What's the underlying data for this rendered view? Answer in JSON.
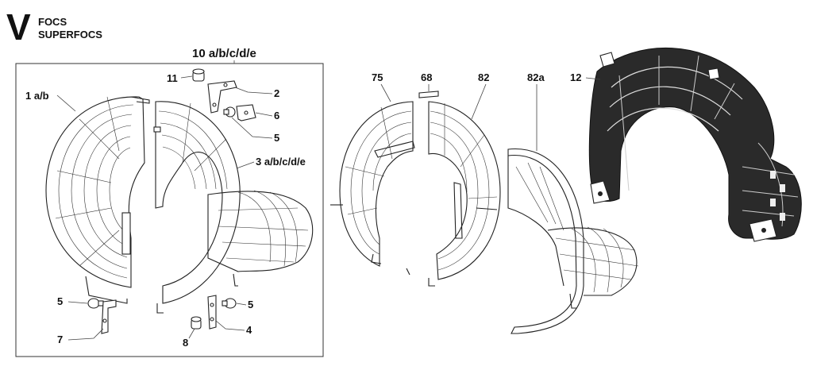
{
  "header": {
    "letter": "V",
    "line1": "FOCS",
    "line2": "SUPERFOCS"
  },
  "callouts": {
    "assembly": "10 a/b/c/d/e",
    "c1ab": "1 a/b",
    "c11": "11",
    "c2": "2",
    "c6": "6",
    "c5_top": "5",
    "c3": "3 a/b/c/d/e",
    "c5_left": "5",
    "c7": "7",
    "c8": "8",
    "c5_right": "5",
    "c4": "4",
    "c75": "75",
    "c68": "68",
    "c82": "82",
    "c82a": "82a",
    "c12": "12"
  }
}
